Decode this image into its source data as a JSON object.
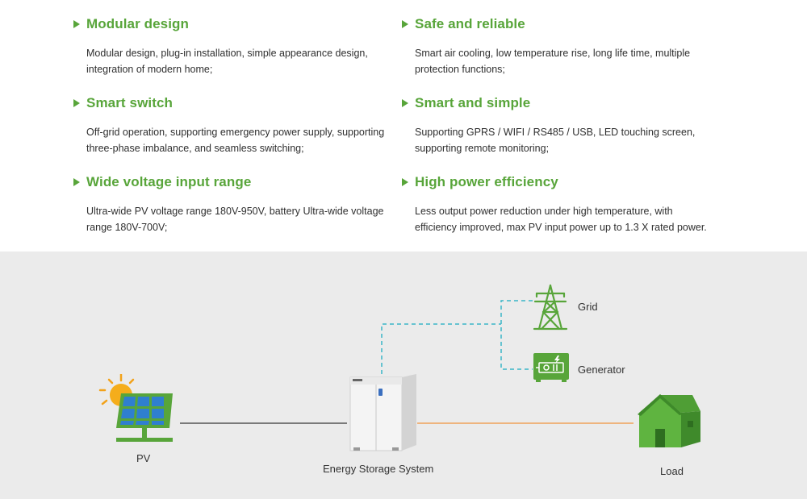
{
  "features": {
    "modular": {
      "title": "Modular design",
      "desc": "Modular design, plug-in installation, simple appearance design, integration of modern home;"
    },
    "safe": {
      "title": "Safe and reliable",
      "desc": "Smart air cooling, low temperature rise, long life time, multiple protection functions;"
    },
    "switch": {
      "title": "Smart switch",
      "desc": "Off-grid operation, supporting emergency power supply, supporting three-phase imbalance, and seamless switching;"
    },
    "simple": {
      "title": "Smart and simple",
      "desc": "Supporting GPRS / WIFI / RS485 / USB, LED touching screen, supporting remote monitoring;"
    },
    "voltage": {
      "title": "Wide voltage input range",
      "desc": "Ultra-wide PV voltage range 180V-950V, battery Ultra-wide voltage range 180V-700V;"
    },
    "efficiency": {
      "title": "High power efficiency",
      "desc": "Less output power reduction under high temperature, with efficiency improved, max PV input power up to 1.3 X rated power."
    }
  },
  "diagram": {
    "pv_label": "PV",
    "ess_label": "Energy Storage System",
    "grid_label": "Grid",
    "generator_label": "Generator",
    "load_label": "Load"
  },
  "icons": {
    "bullet": "triangle-arrow-icon",
    "pv": "solar-panel-icon",
    "ess": "energy-storage-cabinet-icon",
    "grid": "transmission-tower-icon",
    "generator": "generator-icon",
    "load": "house-icon"
  },
  "colors": {
    "accent_green": "#58a53a",
    "dashed_link": "#3bb6c8",
    "load_link": "#f0a25a",
    "pv_link": "#555555",
    "background_diagram": "#ebebeb"
  }
}
